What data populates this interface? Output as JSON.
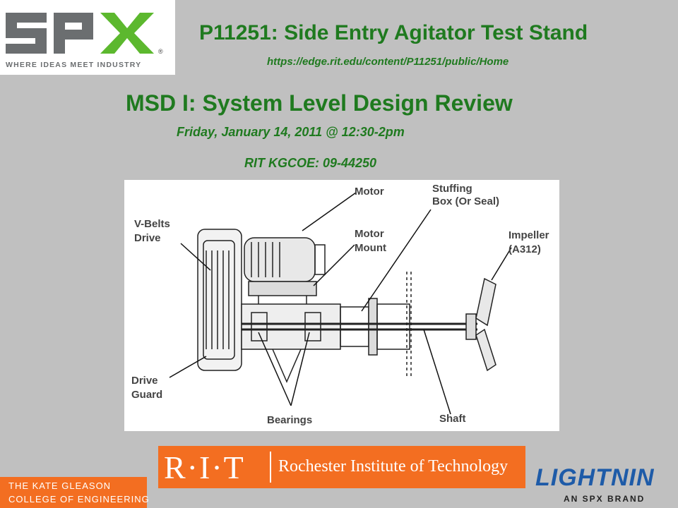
{
  "header": {
    "title": "P11251: Side Entry Agitator Test Stand",
    "url": "https://edge.rit.edu/content/P11251/public/Home"
  },
  "review": {
    "title": "MSD I: System Level Design Review",
    "date": "Friday, January 14, 2011 @ 12:30-2pm",
    "location": "RIT KGCOE: 09-44250"
  },
  "spx_logo": {
    "wordmark": "SPX",
    "tagline": "WHERE IDEAS MEET INDUSTRY",
    "registered": "®"
  },
  "diagram": {
    "labels": {
      "motor": "Motor",
      "stuffing_box_1": "Stuffing",
      "stuffing_box_2": "Box (Or Seal)",
      "vbelts_1": "V-Belts",
      "vbelts_2": "Drive",
      "motor_mount_1": "Motor",
      "motor_mount_2": "Mount",
      "impeller_1": "Impeller",
      "impeller_2": "(A312)",
      "drive_guard_1": "Drive",
      "drive_guard_2": "Guard",
      "bearings": "Bearings",
      "shaft": "Shaft"
    }
  },
  "rit": {
    "logo": "R·I·T",
    "name": "Rochester Institute of Technology"
  },
  "kgcoe": {
    "line1": "THE KATE GLEASON",
    "line2": "COLLEGE OF ENGINEERING"
  },
  "lightnin": {
    "wordmark": "LIGHTNIN",
    "tagline": "AN SPX BRAND"
  },
  "colors": {
    "background": "#c0c0c0",
    "title_green": "#1f7a1f",
    "rit_orange": "#f36e21",
    "spx_green": "#5cb82e",
    "spx_gray": "#6b6e70",
    "lightnin_blue": "#1e5ba8"
  }
}
